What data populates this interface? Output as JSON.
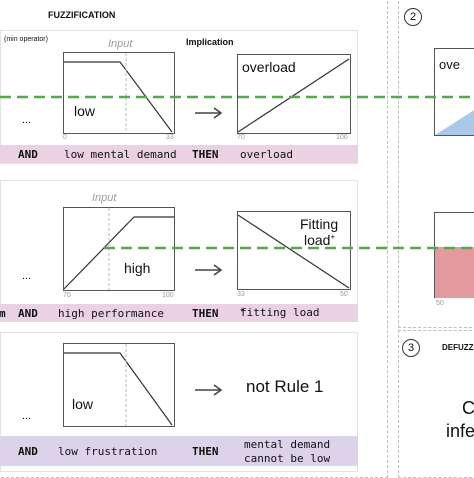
{
  "header": {
    "fuzzification": "FUZZIFICATION",
    "min_operator": "(min operator)",
    "implication": "Implication",
    "defuzz": "DEFUZZ"
  },
  "rule1": {
    "input_label": "Input",
    "input_term": "low",
    "input_x_min": "0",
    "input_x_max": "33",
    "output_term": "overload",
    "output_x_min": "70",
    "output_x_max": "100",
    "dots": "...",
    "and": "AND",
    "condition": "low mental demand",
    "then": "THEN",
    "consequence": "overload"
  },
  "rule2": {
    "input_label": "Input",
    "input_term": "high",
    "input_x_min": "70",
    "input_x_max": "100",
    "output_term_line1": "Fitting",
    "output_term_line2": "load",
    "output_term_sup": "+",
    "output_x_min": "33",
    "output_x_max": "50",
    "dots": "...",
    "lead": "m",
    "and": "AND",
    "condition": "high performance",
    "then": "THEN",
    "consequence": "fitting load",
    "consequence_sup": "+"
  },
  "rule3": {
    "input_term": "low",
    "output_text": "not Rule 1",
    "dots": "...",
    "and": "AND",
    "condition": "low frustration",
    "then": "THEN",
    "consequence_line1": "mental demand",
    "consequence_line2": "cannot be low"
  },
  "right": {
    "step2": "2",
    "step3": "3",
    "overload_partial": "ove",
    "x_min_label": "50",
    "large_text_line1": "C",
    "large_text_line2": "infe"
  },
  "colors": {
    "pink_strip": "#ead2e4",
    "purple_strip": "#dcd3ea",
    "dashed_green": "#56a84b",
    "red_area": "#e39a9e",
    "blue_area": "#aac9ea"
  }
}
